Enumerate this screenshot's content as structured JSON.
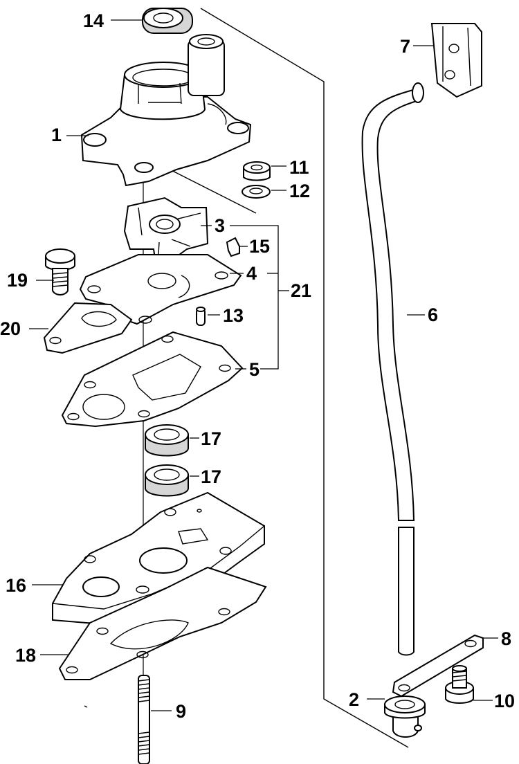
{
  "callouts": {
    "c1": "1",
    "c2": "2",
    "c3": "3",
    "c4": "4",
    "c5": "5",
    "c6": "6",
    "c7": "7",
    "c8": "8",
    "c9": "9",
    "c10": "10",
    "c11": "11",
    "c12": "12",
    "c13": "13",
    "c14": "14",
    "c15": "15",
    "c16": "16",
    "c17a": "17",
    "c17b": "17",
    "c18": "18",
    "c19": "19",
    "c20": "20",
    "c21": "21"
  }
}
